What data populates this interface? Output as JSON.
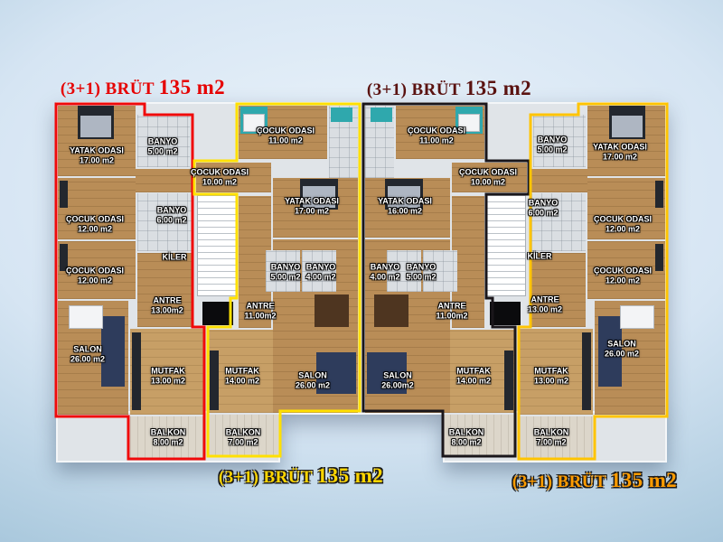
{
  "scene": {
    "bg_top": "#ecf4fb",
    "bg_bottom": "#92b3d0"
  },
  "units": [
    {
      "id": "unit-1",
      "outline": "#f00a0a",
      "label": {
        "prefix": "(3+1) BRÜT",
        "size": "135 m2",
        "color": "#e60000"
      },
      "rooms": [
        {
          "name": "YATAK ODASI",
          "area": "17.00 m2"
        },
        {
          "name": "BANYO",
          "area": "5.00 m2"
        },
        {
          "name": "ÇOCUK ODASI",
          "area": "12.00 m2"
        },
        {
          "name": "BANYO",
          "area": "6.00 m2"
        },
        {
          "name": "ÇOCUK ODASI",
          "area": "12.00 m2"
        },
        {
          "name": "KİLER",
          "area": ""
        },
        {
          "name": "ANTRE",
          "area": "13.00m2"
        },
        {
          "name": "SALON",
          "area": "26.00 m2"
        },
        {
          "name": "MUTFAK",
          "area": "13.00 m2"
        },
        {
          "name": "BALKON",
          "area": "8.00 m2"
        }
      ]
    },
    {
      "id": "unit-2",
      "outline": "#ffe000",
      "label": {
        "prefix": "(3+1) BRÜT",
        "size": "135 m2",
        "color": "#ffd600"
      },
      "rooms": [
        {
          "name": "ÇOCUK ODASI",
          "area": "11.00 m2"
        },
        {
          "name": "ÇOCUK ODASI",
          "area": "10.00 m2"
        },
        {
          "name": "YATAK ODASI",
          "area": "17.00 m2"
        },
        {
          "name": "BANYO",
          "area": "5.00 m2"
        },
        {
          "name": "BANYO",
          "area": "4.00 m2"
        },
        {
          "name": "ANTRE",
          "area": "11.00m2"
        },
        {
          "name": "MUTFAK",
          "area": "14.00 m2"
        },
        {
          "name": "SALON",
          "area": "26.00 m2"
        },
        {
          "name": "BALKON",
          "area": "7.00 m2"
        }
      ]
    },
    {
      "id": "unit-3",
      "outline": "#1a161a",
      "label": {
        "prefix": "(3+1) BRÜT",
        "size": "135 m2",
        "color": "#5a1210"
      },
      "rooms": [
        {
          "name": "ÇOCUK ODASI",
          "area": "11.00 m2"
        },
        {
          "name": "ÇOCUK ODASI",
          "area": "10.00 m2"
        },
        {
          "name": "YATAK ODASI",
          "area": "16.00 m2"
        },
        {
          "name": "BANYO",
          "area": "4.00 m2"
        },
        {
          "name": "BANYO",
          "area": "5.00 m2"
        },
        {
          "name": "ANTRE",
          "area": "11.00m2"
        },
        {
          "name": "SALON",
          "area": "26.00m2"
        },
        {
          "name": "MUTFAK",
          "area": "14.00 m2"
        },
        {
          "name": "BALKON",
          "area": "8.00 m2"
        }
      ]
    },
    {
      "id": "unit-4",
      "outline": "#ffc400",
      "label": {
        "prefix": "(3+1) BRÜT",
        "size": "135 m2",
        "color": "#ff9c00"
      },
      "rooms": [
        {
          "name": "BANYO",
          "area": "5.00 m2"
        },
        {
          "name": "YATAK ODASI",
          "area": "17.00 m2"
        },
        {
          "name": "BANYO",
          "area": "6.00 m2"
        },
        {
          "name": "ÇOCUK ODASI",
          "area": "12.00 m2"
        },
        {
          "name": "KİLER",
          "area": ""
        },
        {
          "name": "ÇOCUK ODASI",
          "area": "12.00 m2"
        },
        {
          "name": "ANTRE",
          "area": "13.00 m2"
        },
        {
          "name": "SALON",
          "area": "26.00 m2"
        },
        {
          "name": "MUTFAK",
          "area": "13.00 m2"
        },
        {
          "name": "BALKON",
          "area": "7.00 m2"
        }
      ]
    }
  ]
}
